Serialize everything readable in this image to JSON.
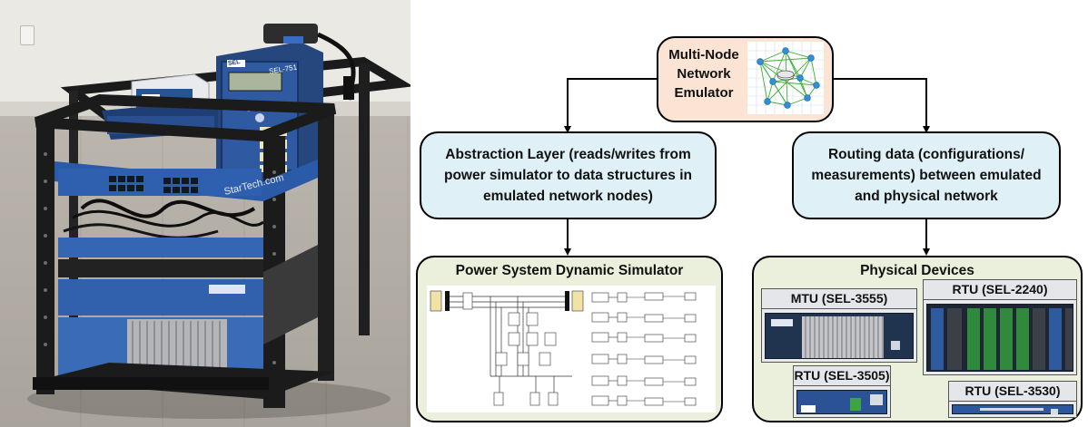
{
  "diagram": {
    "emulator": {
      "title": "Multi-Node Network Emulator"
    },
    "abstraction_layer": {
      "text": "Abstraction Layer (reads/writes from power simulator to data structures in emulated network nodes)"
    },
    "routing": {
      "text": "Routing data (configurations/ measurements) between emulated and physical network"
    },
    "simulator": {
      "title": "Power System Dynamic Simulator"
    },
    "physical": {
      "title": "Physical Devices",
      "devices": [
        {
          "label": "MTU (SEL-3555)"
        },
        {
          "label": "RTU (SEL-2240)"
        },
        {
          "label": "RTU (SEL-3505)"
        },
        {
          "label": "RTU (SEL-3530)"
        }
      ]
    }
  },
  "photo": {
    "brand_label": "StarTech.com",
    "relay_model": "SEL-751",
    "relay_badge": "SEL"
  },
  "colors": {
    "blue_box": "#dff1f7",
    "green_box": "#eaf0dc",
    "orange_box": "#fbe4d3",
    "rack_black": "#1b1b1b",
    "device_blue": "#20344f"
  }
}
